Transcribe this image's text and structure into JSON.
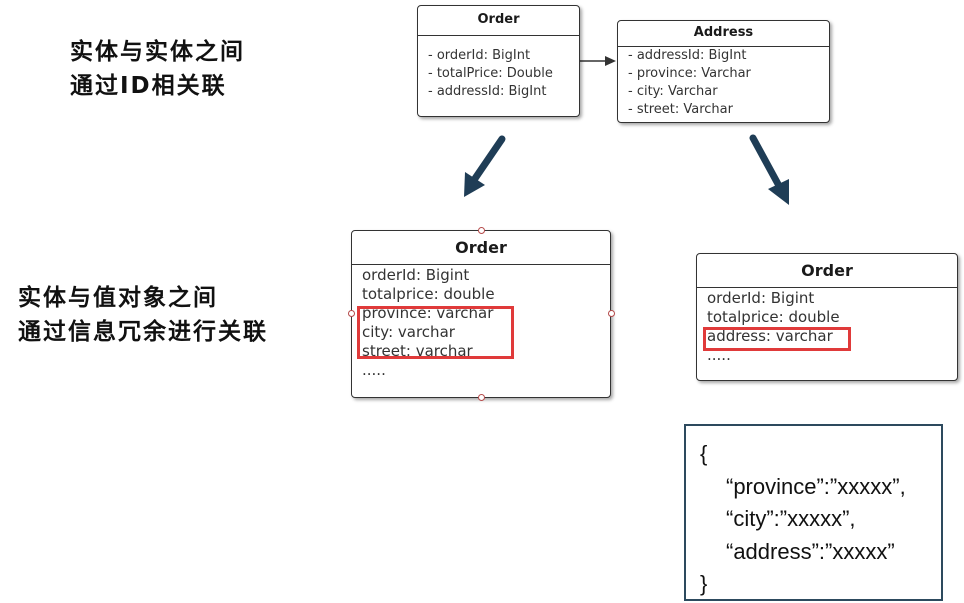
{
  "captions": {
    "entity_entity": [
      "实体与实体之间",
      "通过ID相关联"
    ],
    "entity_value": [
      "实体与值对象之间",
      "通过信息冗余进行关联"
    ]
  },
  "top_order": {
    "title": "Order",
    "fields": [
      "- orderId: BigInt",
      "- totalPrice: Double",
      "- addressId: BigInt"
    ]
  },
  "top_address": {
    "title": "Address",
    "fields": [
      "- addressId: BigInt",
      "- province: Varchar",
      "- city: Varchar",
      "- street: Varchar"
    ]
  },
  "left_order": {
    "title": "Order",
    "fields": [
      "orderId: Bigint",
      "totalprice: double",
      "province: varchar",
      "city: varchar",
      "street: varchar",
      "....."
    ]
  },
  "right_order": {
    "title": "Order",
    "fields": [
      "orderId: Bigint",
      "totalprice: double",
      "address: varchar",
      "....."
    ]
  },
  "json_box": {
    "lines": [
      "{",
      "“province”:”xxxxx”,",
      "“city”:”xxxxx”,",
      "“address”:”xxxxx”",
      "}"
    ]
  },
  "colors": {
    "highlight": "#e03a3a",
    "arrow": "#1f3d56",
    "json_border": "#2d4a5e"
  }
}
